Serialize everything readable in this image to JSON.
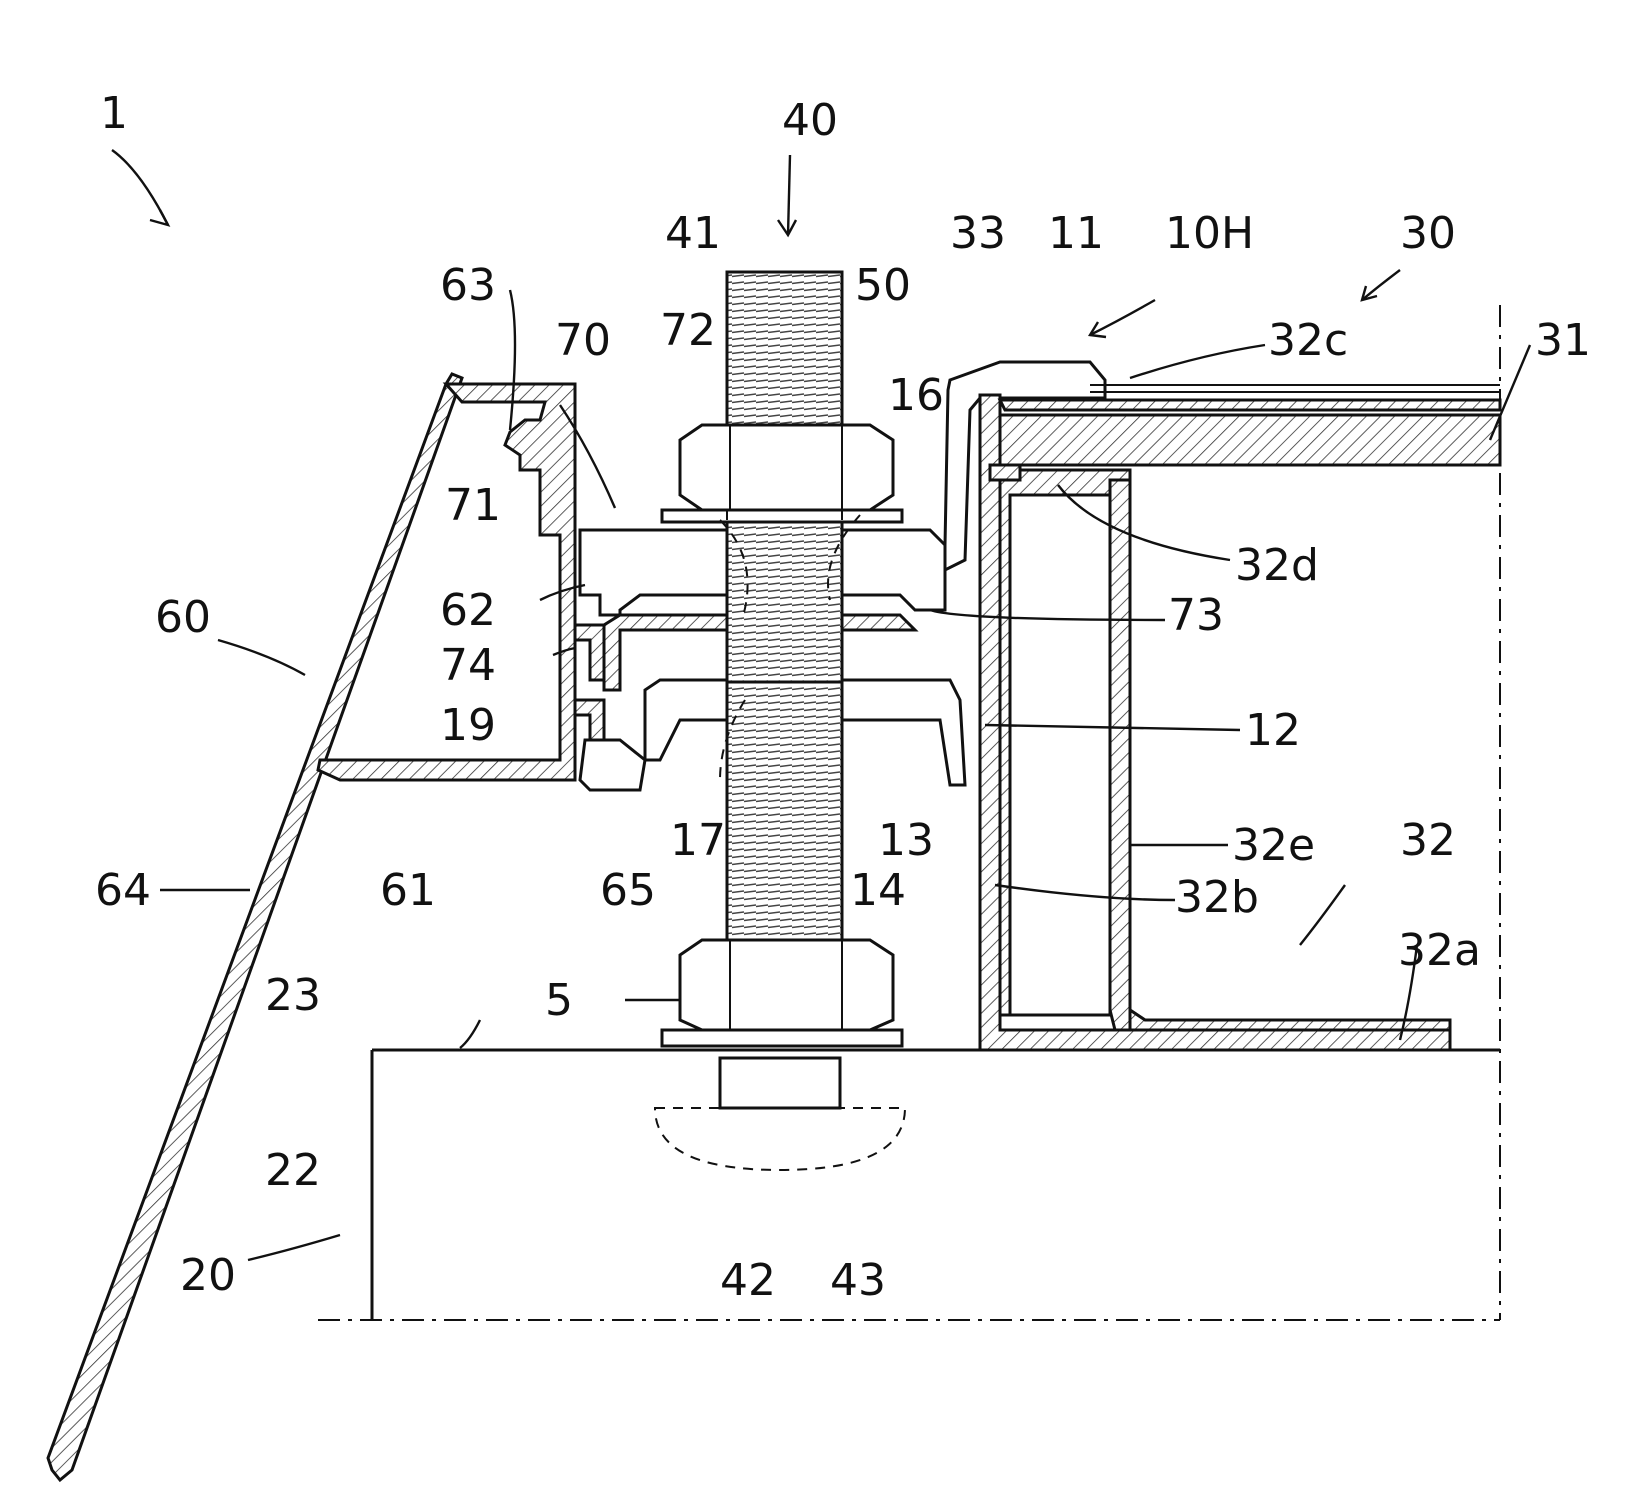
{
  "figure": {
    "labels": {
      "l1": "1",
      "l40": "40",
      "l41": "41",
      "l33": "33",
      "l11": "11",
      "l10H": "10H",
      "l30": "30",
      "l63": "63",
      "l72": "72",
      "l50": "50",
      "l32c": "32c",
      "l31": "31",
      "l70": "70",
      "l16": "16",
      "l71": "71",
      "l32d": "32d",
      "l60": "60",
      "l62": "62",
      "l73": "73",
      "l74": "74",
      "l19": "19",
      "l12": "12",
      "l17": "17",
      "l13": "13",
      "l32e": "32e",
      "l32": "32",
      "l64": "64",
      "l61": "61",
      "l65": "65",
      "l14": "14",
      "l32b": "32b",
      "l32a": "32a",
      "l23": "23",
      "l5": "5",
      "l22": "22",
      "l20": "20",
      "l42": "42",
      "l43": "43"
    }
  }
}
